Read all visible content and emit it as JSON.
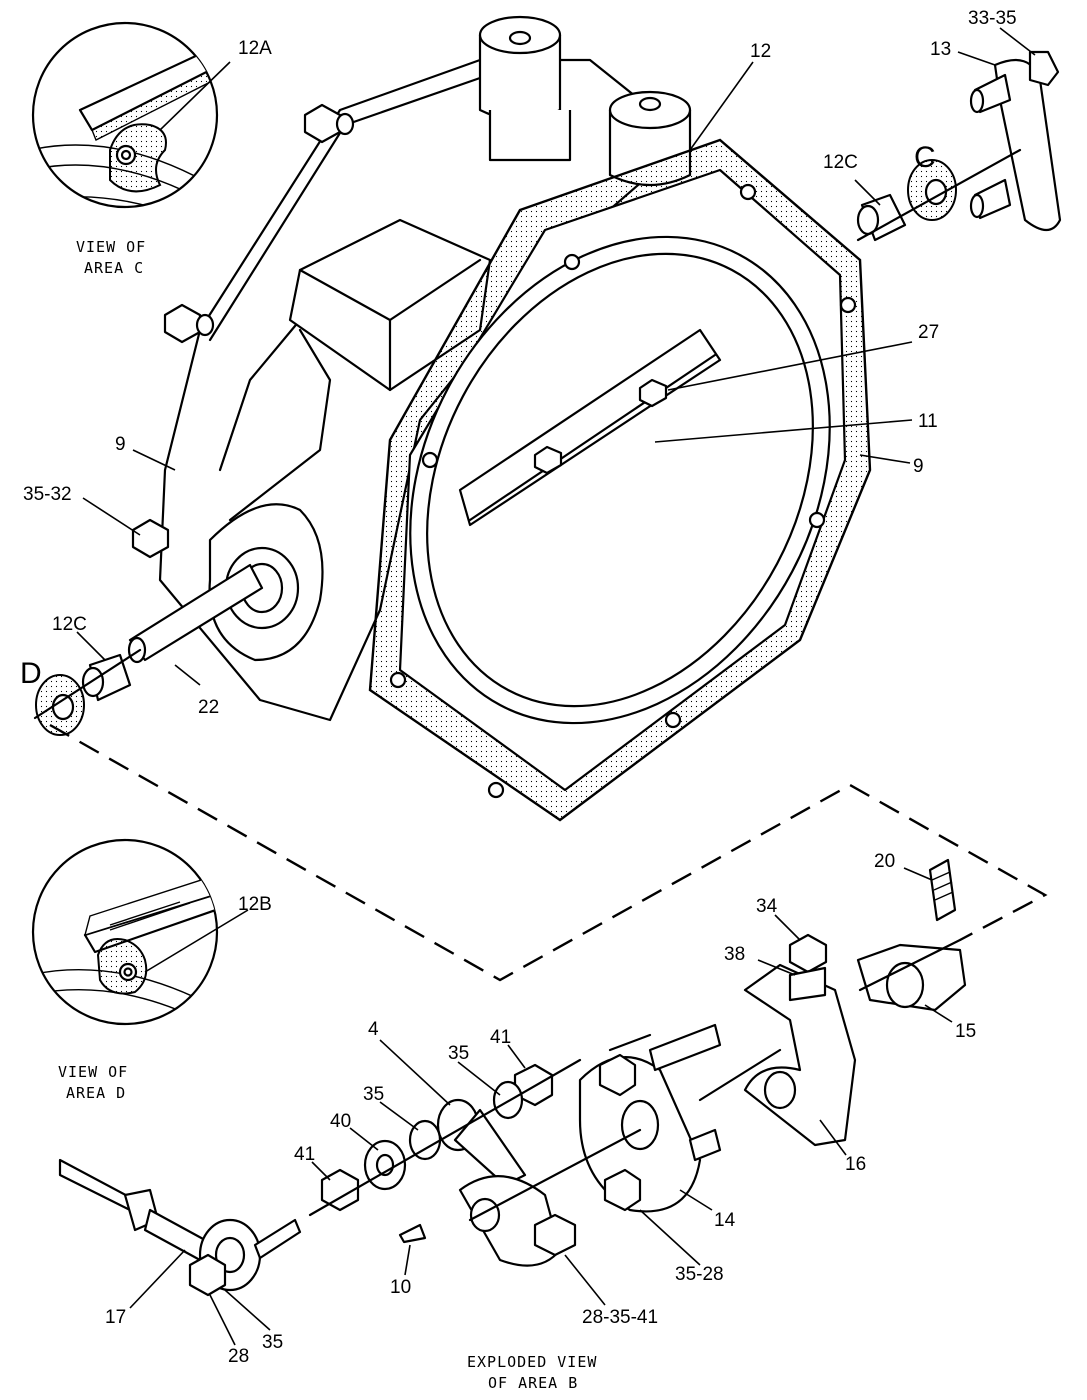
{
  "captions": {
    "view_c_line1": "VIEW OF",
    "view_c_line2": "AREA C",
    "view_d_line1": "VIEW OF",
    "view_d_line2": "AREA D",
    "exploded_line1": "EXPLODED VIEW",
    "exploded_line2": "OF AREA B"
  },
  "area_letters": {
    "c": "C",
    "d": "D"
  },
  "callouts": [
    "12A",
    "12",
    "33-35",
    "13",
    "12C",
    "27",
    "11",
    "9",
    "9",
    "35-32",
    "12C",
    "22",
    "12B",
    "20",
    "34",
    "38",
    "15",
    "4",
    "35",
    "41",
    "35",
    "40",
    "41",
    "16",
    "14",
    "35-28",
    "10",
    "28-35-41",
    "17",
    "35",
    "28"
  ]
}
